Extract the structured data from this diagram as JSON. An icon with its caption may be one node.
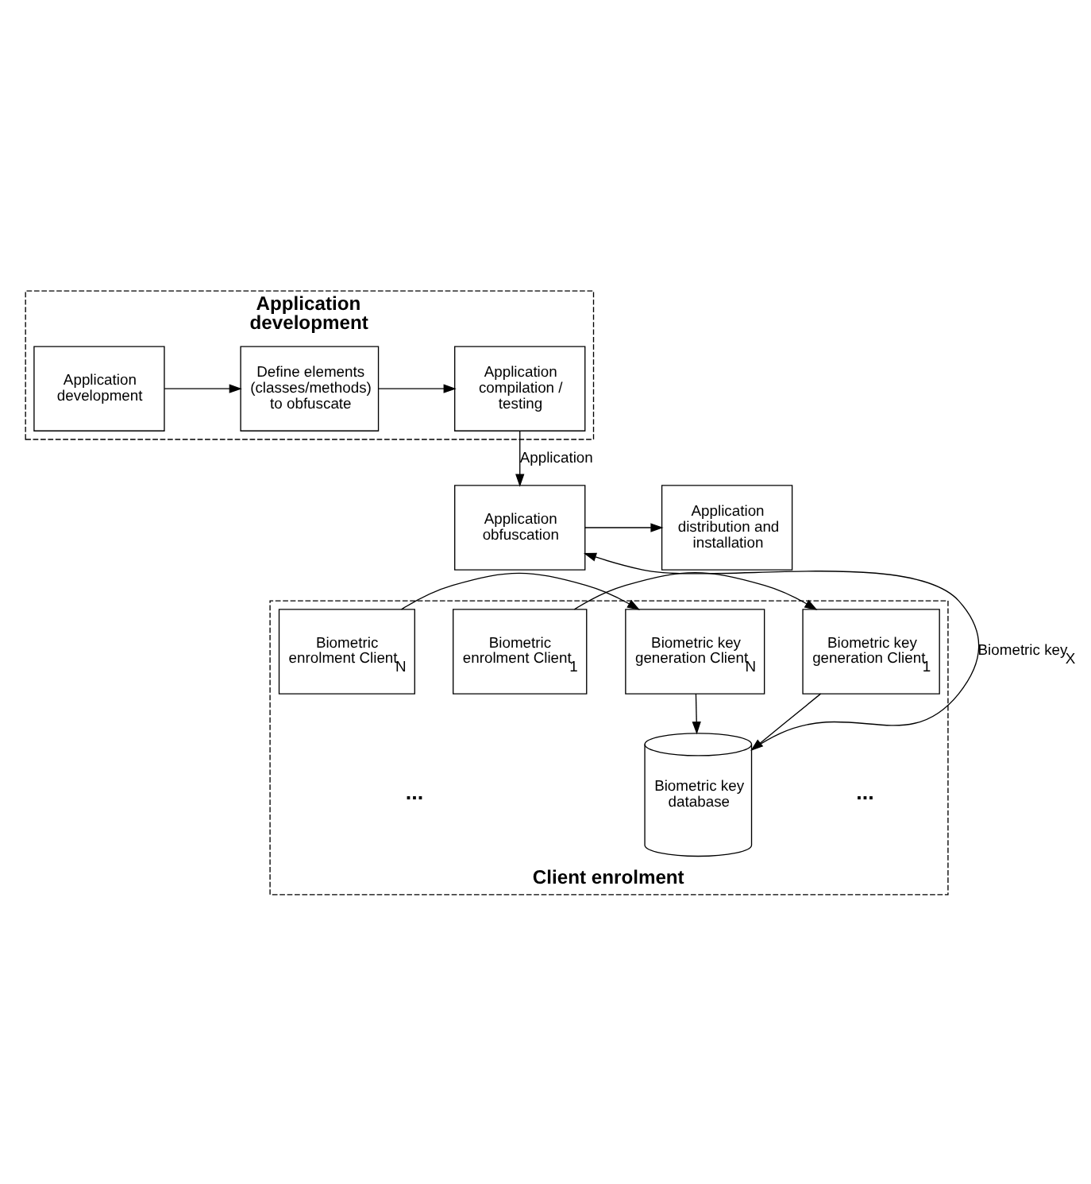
{
  "diagram": {
    "nodes": [
      {
        "text": [
          "Application development"
        ]
      },
      {
        "text": [
          "Application development"
        ],
        "in": 0
      },
      {
        "text": [
          "Define elements (classes/methods) to obfuscate"
        ],
        "in": 0
      },
      {
        "text": [
          "Application compilation / testing"
        ],
        "in": 0
      },
      {
        "text": [
          "Application obfuscation"
        ]
      },
      {
        "text": [
          "Application distribution and installation"
        ]
      },
      {
        "text": [
          "Client enrolment"
        ]
      },
      {
        "text": [
          "Biometric enrolment Client$_{1}$"
        ],
        "in": 6
      },
      {
        "text": [
          "Biometric key generation Client$_{1}$"
        ],
        "in": 6
      },
      {
        "text": [
          "Biometric enrolment Client$_{N}$"
        ],
        "in": 6
      },
      {
        "text": [
          "Biometric key generation Client$_{N}$"
        ],
        "in": 6
      },
      {
        "text": [
          "Biometric key database"
        ],
        "in": 6
      }
    ],
    "edges": [
      {
        "from": 1,
        "to": 2,
        "arrow": "to"
      },
      {
        "from": 2,
        "to": 3,
        "arrow": "to"
      },
      {
        "from": 3,
        "to": 4,
        "arrow": "to",
        "label": "Application"
      },
      {
        "from": 4,
        "to": 5,
        "arrow": "to"
      },
      {
        "from": 7,
        "to": 8,
        "arrow": "to"
      },
      {
        "from": 9,
        "to": 10,
        "arrow": "to"
      },
      {
        "from": 8,
        "to": 11,
        "arrow": "to"
      },
      {
        "from": 10,
        "to": 11,
        "arrow": "to"
      },
      {
        "from": 11,
        "to": 4,
        "arrow": "to",
        "label": "Biometric key$_{X}$"
      }
    ],
    "labels": [
      "...",
      "..."
    ]
  }
}
